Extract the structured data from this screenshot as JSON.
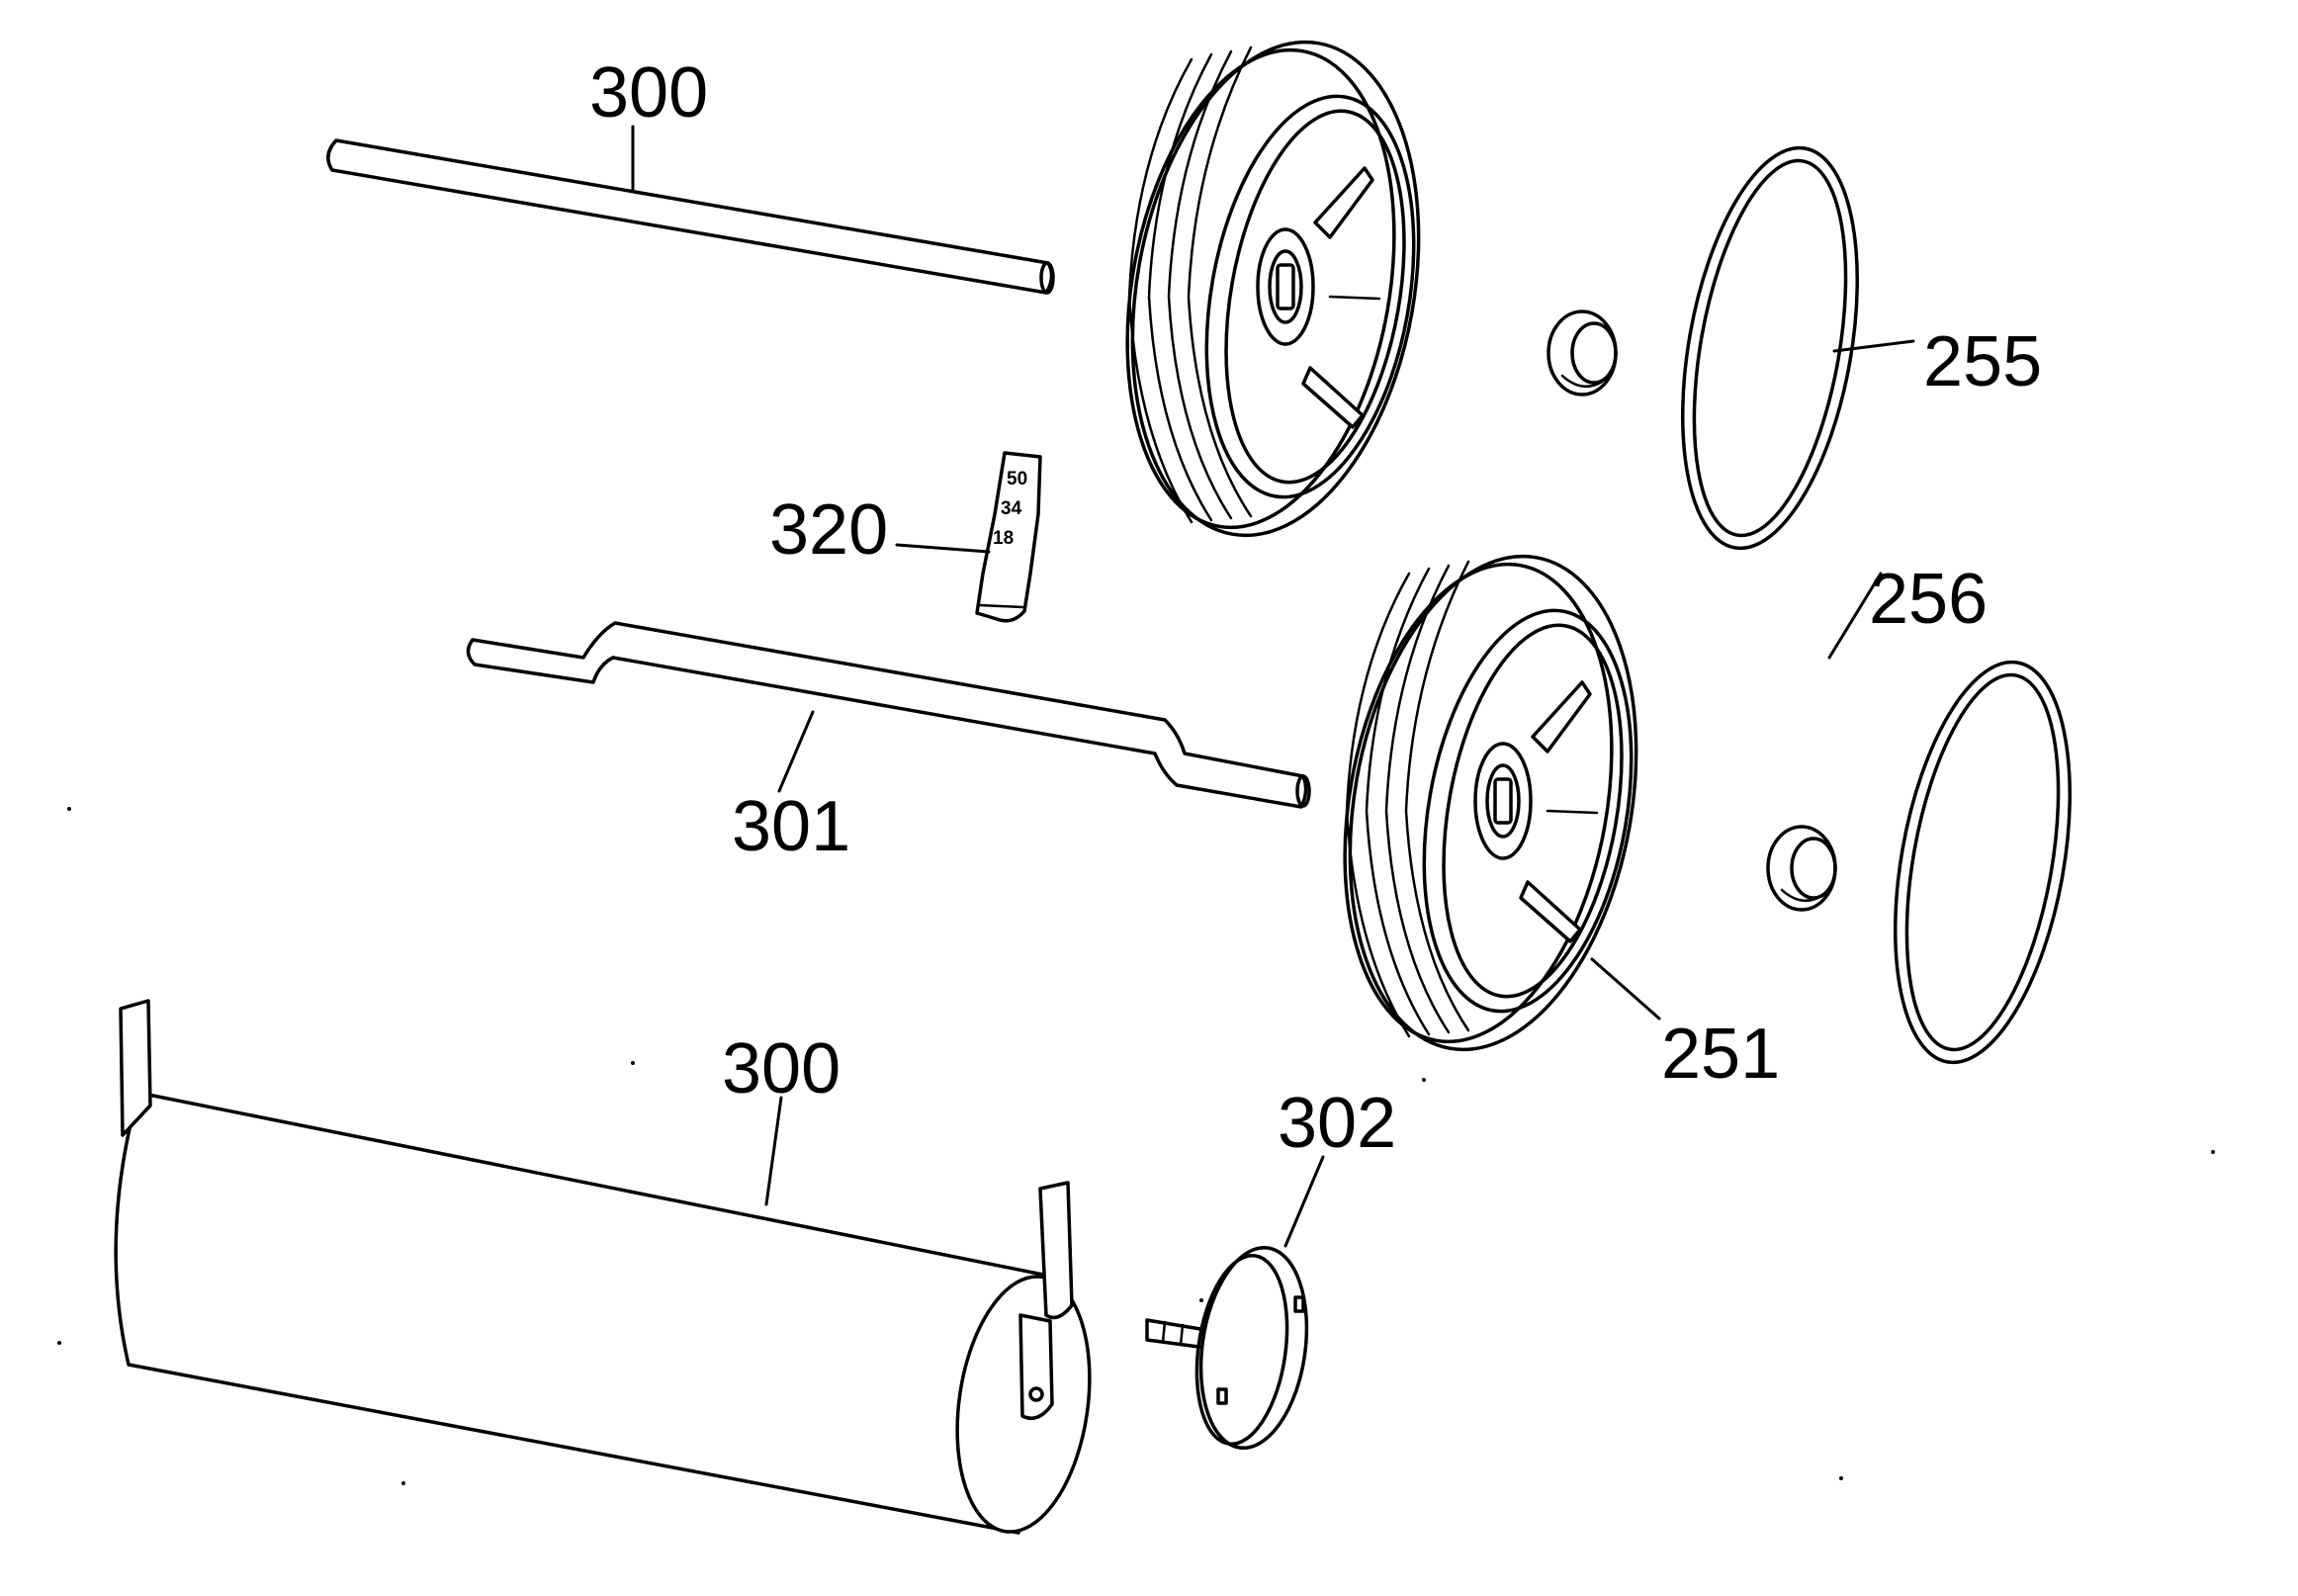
{
  "callouts": {
    "axle_upper": "300",
    "cylinder": "300",
    "bent_axle": "301",
    "end_cap": "302",
    "height_indicator": "320",
    "wheel_rear": "251",
    "ring_upper": "255",
    "ring_lower": "256"
  },
  "indicator_scale": [
    "50",
    "34",
    "18"
  ]
}
